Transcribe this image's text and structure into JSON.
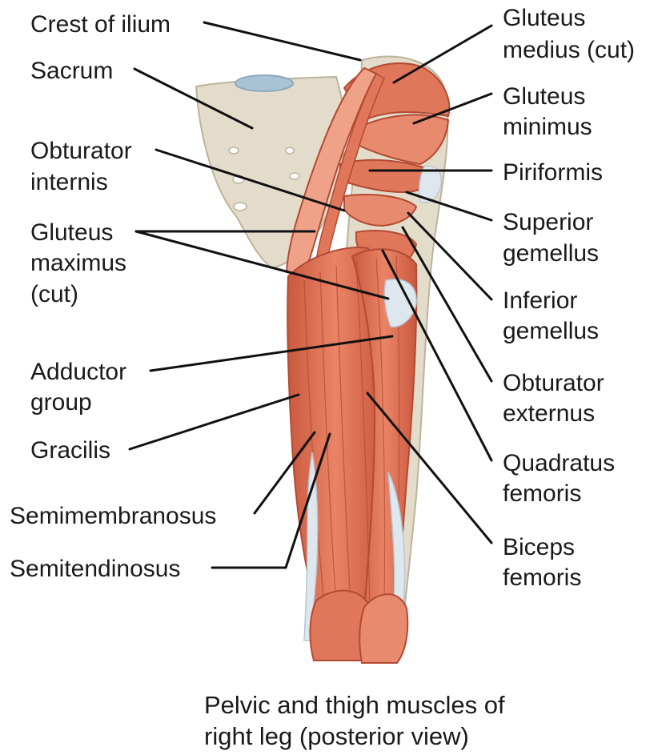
{
  "caption": {
    "line1": "Pelvic and thigh muscles of",
    "line2": "right leg (posterior view)"
  },
  "labels": {
    "crest_of_ilium": "Crest of ilium",
    "sacrum": "Sacrum",
    "obturator_internis_1": "Obturator",
    "obturator_internis_2": "internis",
    "gluteus_maximus_1": "Gluteus",
    "gluteus_maximus_2": "maximus",
    "gluteus_maximus_3": "(cut)",
    "adductor_group_1": "Adductor",
    "adductor_group_2": "group",
    "gracilis": "Gracilis",
    "semimembranosus": "Semimembranosus",
    "semitendinosus": "Semitendinosus",
    "gluteus_medius_1": "Gluteus",
    "gluteus_medius_2": "medius (cut)",
    "gluteus_minimus_1": "Gluteus",
    "gluteus_minimus_2": "minimus",
    "piriformis": "Piriformis",
    "superior_gemellus_1": "Superior",
    "superior_gemellus_2": "gemellus",
    "inferior_gemellus_1": "Inferior",
    "inferior_gemellus_2": "gemellus",
    "obturator_externus_1": "Obturator",
    "obturator_externus_2": "externus",
    "quadratus_femoris_1": "Quadratus",
    "quadratus_femoris_2": "femoris",
    "biceps_femoris_1": "Biceps",
    "biceps_femoris_2": "femoris"
  },
  "colors": {
    "bone": "#e3dccb",
    "bone_edge": "#bdb39c",
    "muscle": "#e0765a",
    "muscle_light": "#f0a288",
    "muscle_dark": "#c2553c",
    "tendon": "#dfe7ee",
    "cartilage": "#a9c3d6",
    "leader": "#111111"
  }
}
